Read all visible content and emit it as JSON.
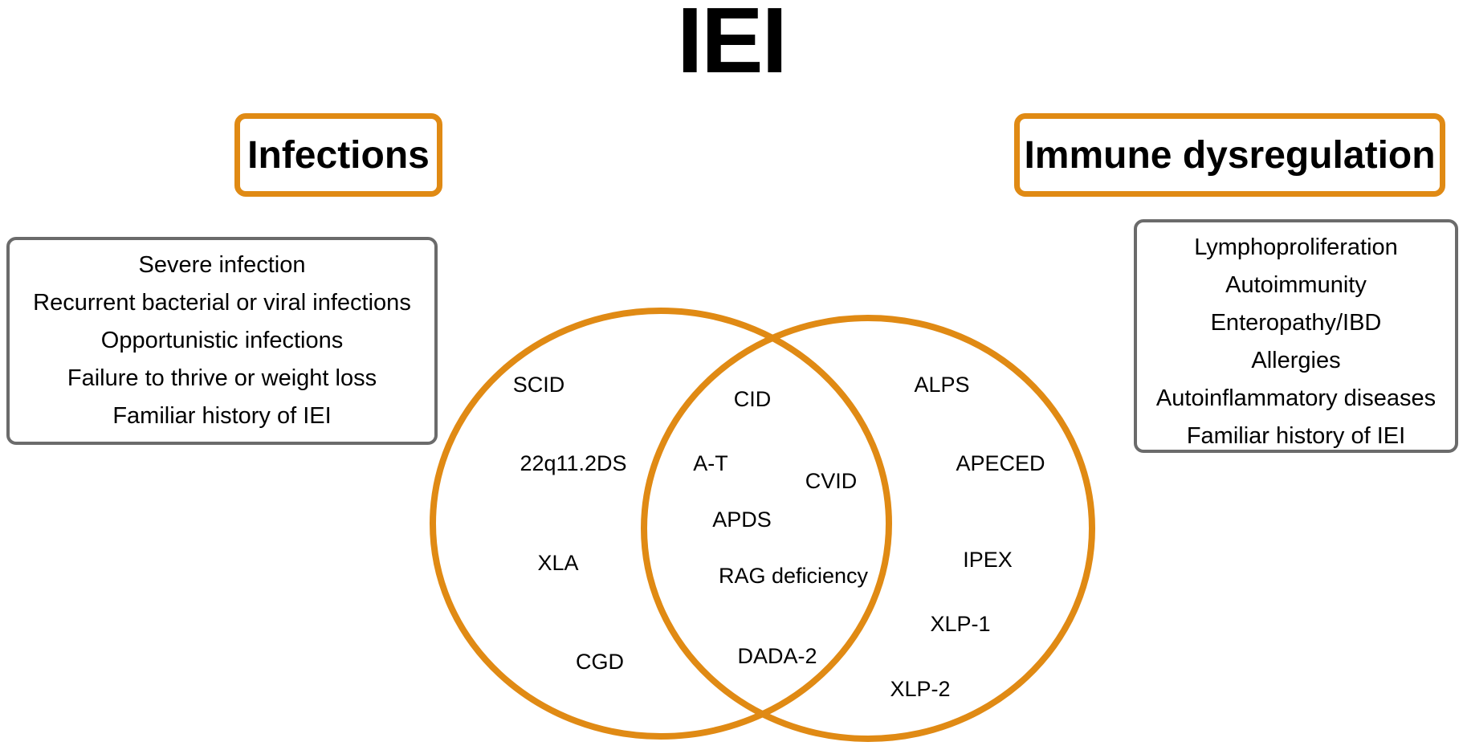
{
  "title": "IEI",
  "colors": {
    "accent": "#e08a14",
    "box_border": "#6b6b6b"
  },
  "left_header": "Infections",
  "right_header": "Immune dysregulation",
  "left_list": [
    "Severe infection",
    "Recurrent bacterial or viral infections",
    "Opportunistic infections",
    "Failure to thrive or weight loss",
    "Familiar history of IEI"
  ],
  "right_list": [
    "Lymphoproliferation",
    "Autoimmunity",
    "Enteropathy/IBD",
    "Allergies",
    "Autoinflammatory diseases",
    "Familiar history of IEI"
  ],
  "venn": {
    "left_only": [
      "SCID",
      "22q11.2DS",
      "XLA",
      "CGD"
    ],
    "overlap": [
      "CID",
      "A-T",
      "CVID",
      "APDS",
      "RAG deficiency",
      "DADA-2"
    ],
    "right_only": [
      "ALPS",
      "APECED",
      "IPEX",
      "XLP-1",
      "XLP-2"
    ]
  }
}
